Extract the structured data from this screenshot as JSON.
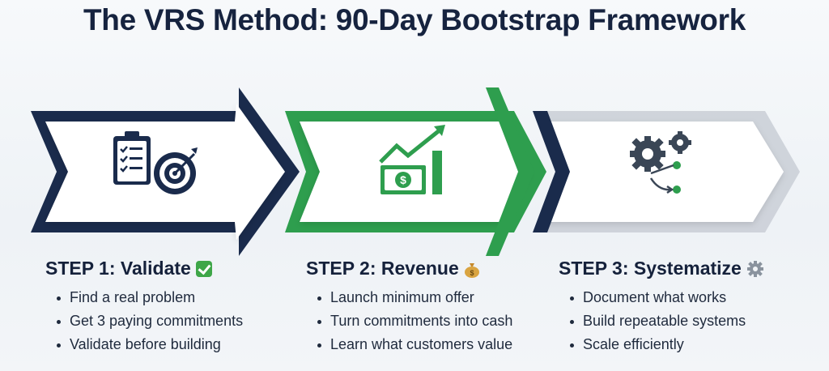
{
  "title": "The VRS Method: 90-Day Bootstrap Framework",
  "colors": {
    "navy": "#1a2b4c",
    "green": "#2e9e4e",
    "gray": "#c9ced6"
  },
  "steps": [
    {
      "title": "STEP 1: Validate",
      "emoji": "check-mark-button",
      "icon": "checklist-target-icon",
      "bullets": [
        "Find a real problem",
        "Get 3 paying commitments",
        "Validate before building"
      ]
    },
    {
      "title": "STEP 2: Revenue",
      "emoji": "money-bag",
      "icon": "money-growth-chart-icon",
      "bullets": [
        "Launch minimum offer",
        "Turn commitments into cash",
        "Learn what customers value"
      ]
    },
    {
      "title": "STEP 3: Systematize",
      "emoji": "gear",
      "icon": "gears-flow-icon",
      "bullets": [
        "Document what works",
        "Build repeatable systems",
        "Scale efficiently"
      ]
    }
  ]
}
